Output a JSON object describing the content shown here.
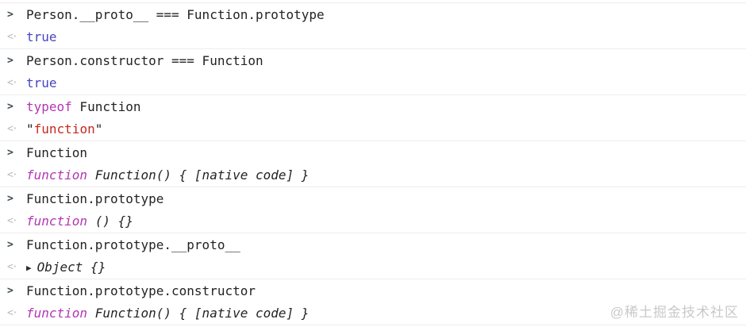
{
  "watermark": {
    "text": "@稀土掘金技术社区",
    "color": "#c9c9c9"
  },
  "console": {
    "command_marker": ">",
    "result_marker": "<·",
    "expand_triangle_icon": "▶",
    "colors": {
      "text": "#232323",
      "keyword": "#b335b3",
      "string": "#c7281f",
      "boolean": "#4843c6",
      "marker_cmd": "#3e4a52",
      "marker_res": "#bdbdbd",
      "border": "#ededed",
      "background": "#ffffff"
    },
    "groups": [
      {
        "command": [
          {
            "text": "Person.__proto__ === Function.prototype",
            "style": "plain"
          }
        ],
        "result": [
          {
            "text": "true",
            "style": "boolean"
          }
        ]
      },
      {
        "command": [
          {
            "text": "Person.constructor === Function",
            "style": "plain"
          }
        ],
        "result": [
          {
            "text": "true",
            "style": "boolean"
          }
        ]
      },
      {
        "command": [
          {
            "text": "typeof",
            "style": "keyword"
          },
          {
            "text": " Function",
            "style": "plain"
          }
        ],
        "result": [
          {
            "text": "\"",
            "style": "plain"
          },
          {
            "text": "function",
            "style": "string"
          },
          {
            "text": "\"",
            "style": "plain"
          }
        ]
      },
      {
        "command": [
          {
            "text": "Function",
            "style": "plain"
          }
        ],
        "result": [
          {
            "text": "function",
            "style": "fn-keyword"
          },
          {
            "text": " Function() { [native code] }",
            "style": "fn-body"
          }
        ]
      },
      {
        "command": [
          {
            "text": "Function.prototype",
            "style": "plain"
          }
        ],
        "result": [
          {
            "text": "function",
            "style": "fn-keyword"
          },
          {
            "text": " () {}",
            "style": "fn-body"
          }
        ]
      },
      {
        "command": [
          {
            "text": "Function.prototype.__proto__",
            "style": "plain"
          }
        ],
        "result": [
          {
            "text": "▶",
            "style": "expand-triangle"
          },
          {
            "text": "Object {}",
            "style": "object-preview"
          }
        ]
      },
      {
        "command": [
          {
            "text": "Function.prototype.constructor",
            "style": "plain"
          }
        ],
        "result": [
          {
            "text": "function",
            "style": "fn-keyword"
          },
          {
            "text": " Function() { [native code] }",
            "style": "fn-body"
          }
        ]
      }
    ]
  }
}
